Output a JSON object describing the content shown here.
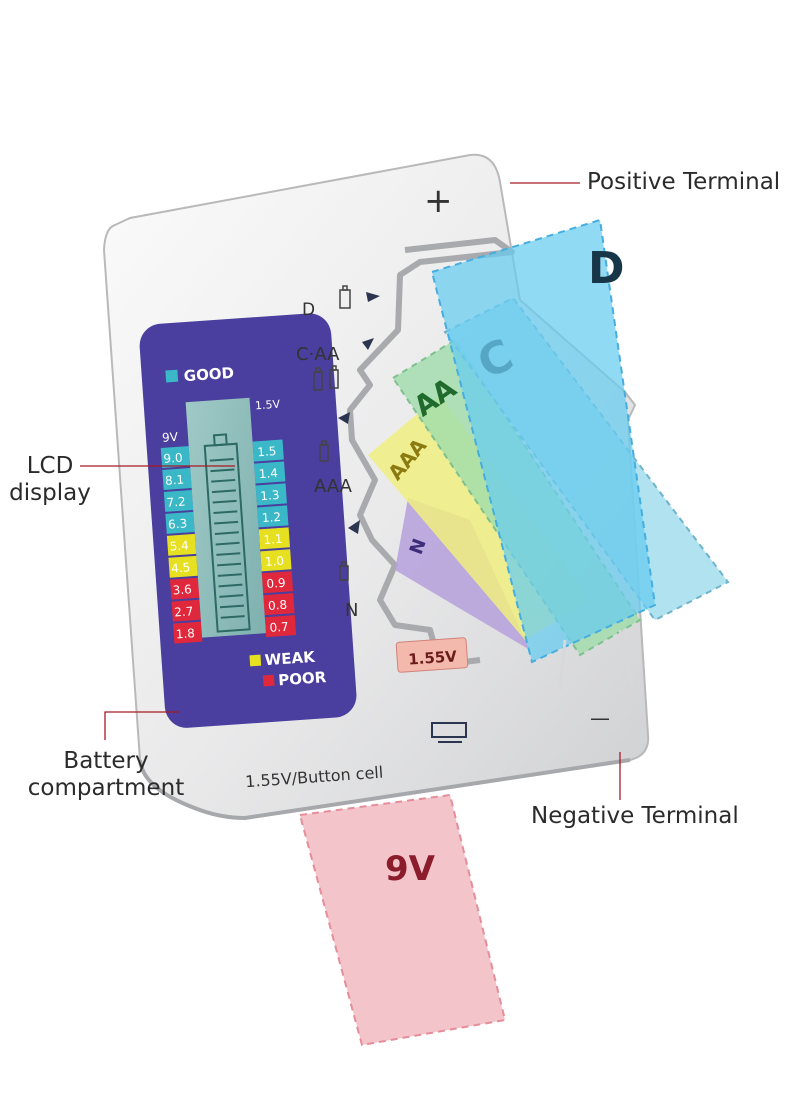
{
  "callouts": {
    "positive_terminal": "Positive Terminal",
    "lcd_line1": "LCD",
    "lcd_line2": "display",
    "battery_line1": "Battery",
    "battery_line2": "compartment",
    "negative_terminal": "Negative Terminal"
  },
  "device": {
    "plus_symbol": "+",
    "minus_symbol": "—",
    "button_cell_label": "1.55V/Button cell",
    "lcd": {
      "good_label": "GOOD",
      "weak_label": "WEAK",
      "poor_label": "POOR",
      "header_9v": "9V",
      "header_15v": "1.5V",
      "scale_9v": [
        "9.0",
        "8.1",
        "7.2",
        "6.3",
        "5.4",
        "4.5",
        "3.6",
        "2.7",
        "1.8"
      ],
      "scale_15v": [
        "1.5",
        "1.4",
        "1.3",
        "1.2",
        "1.1",
        "1.0",
        "0.9",
        "0.8",
        "0.7"
      ],
      "colors": {
        "good": "#3ab8c8",
        "weak": "#e6e020",
        "poor": "#e0283c",
        "panel": "#4a3f9e"
      }
    },
    "slot_labels": {
      "d": "D",
      "c_aa": "C·AA",
      "aaa": "AAA",
      "n": "N"
    }
  },
  "overlays": {
    "d_label": "D",
    "c_label": "C",
    "aa_label": "AA",
    "aaa_label": "AAA",
    "n_label": "N",
    "v155_label": "1.55V",
    "v9_label": "9V",
    "colors": {
      "d": "#66ccf0",
      "c": "#8fd6ea",
      "aa": "#9fdcaa",
      "aaa": "#f0ee80",
      "n": "#b7a2dc",
      "v9": "#f4c4cb",
      "v155": "#f3b9ad"
    }
  }
}
